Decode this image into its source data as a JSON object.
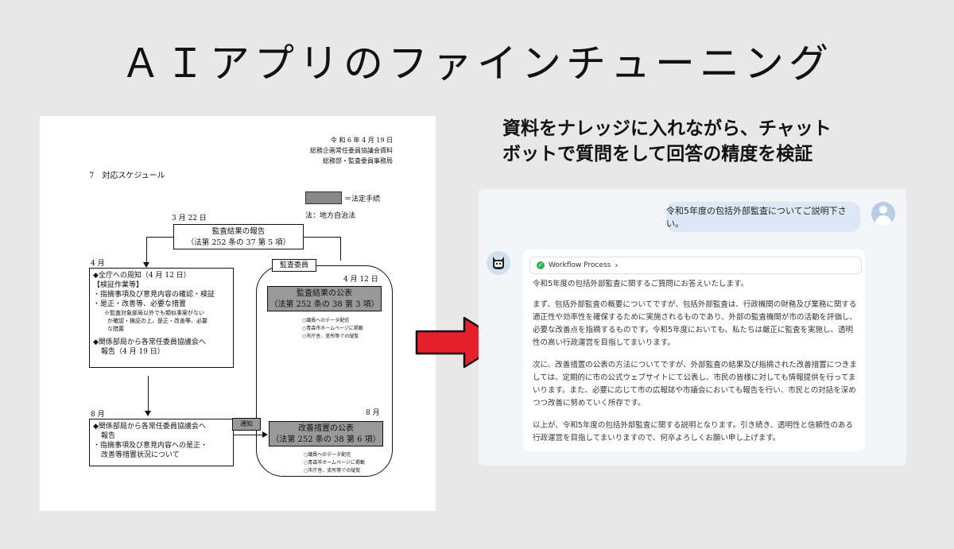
{
  "title": "ＡＩアプリのファインチューニング",
  "document": {
    "header_date": "令 和 6 年 4 月 19 日",
    "header_org1": "総務企画常任委員協議会資料",
    "header_org2": "総務部・監査委員事務局",
    "section": "7　対応スケジュール",
    "legend_statutory": "＝法定手続",
    "legend_law": "法：地方自治法",
    "date_mar22": "3 月 22 日",
    "report_box_line1": "監査結果の報告",
    "report_box_line2": "（法第 252 条の 37 第 5 項）",
    "apr_label": "4 月",
    "apr_box": {
      "line1": "◆全庁への周知（4 月 12 日）",
      "line2": "【検証作業等】",
      "line3": "・指摘事項及び意見内容の確認・検証",
      "line4": "・是正・改善等、必要な措置",
      "note1": "※監査対象部局以外でも類似事案がない",
      "note2": "か確認・検証の上、是正・改善等、必要",
      "note3": "な措置",
      "line5": "◆関係部局から各常任委員協議会へ",
      "line6": "報告（4 月 19 日）"
    },
    "audit_committee_label": "監査委員",
    "apr12_label": "4 月 12 日",
    "publish_box_line1": "監査結果の公表",
    "publish_box_line2": "（法第 252 条の 38 第 3 項）",
    "publish_bullets": [
      "○議員へのデータ配信",
      "○青森市ホームページに掲載",
      "○市庁舎、支所等での縦覧"
    ],
    "aug_label_left": "8 月",
    "aug_box": {
      "line1": "◆関係部局から各常任委員協議会へ",
      "line2": "報告",
      "line3": "・指摘事項及び意見内容への是正・",
      "line4": "改善等措置状況について"
    },
    "notify_label": "通知",
    "aug_label_right": "8 月",
    "measure_box_line1": "改善措置の公表",
    "measure_box_line2": "（法第 252 条の 38 第 6 項）",
    "measure_bullets": [
      "○議員へのデータ配信",
      "○青森市ホームページに掲載",
      "○市庁舎、支所等での縦覧"
    ]
  },
  "caption": {
    "line1": "資料をナレッジに入れながら、チャット",
    "line2": "ボットで質問をして回答の精度を検証"
  },
  "chat": {
    "user_message": "令和5年度の包括外部監査についてご説明下さい。",
    "workflow_label": "Workflow Process",
    "workflow_status_icon": "check-circle-icon",
    "bot_paragraphs": [
      "令和5年度の包括外部監査に関するご質問にお答えいたします。",
      "まず、包括外部監査の概要についてですが、包括外部監査は、行政機関の財務及び業務に関する適正性や効率性を確保するために実施されるものであり、外部の監査機関が市の活動を評価し、必要な改善点を指摘するものです。令和5年度においても、私たちは厳正に監査を実施し、透明性の高い行政運営を目指してまいります。",
      "次に、改善措置の公表の方法についてですが、外部監査の結果及び指摘された改善措置につきましては、定期的に市の公式ウェブサイトにて公表し、市民の皆様に対しても情報提供を行ってまいります。また、必要に応じて市の広報誌や市議会においても報告を行い、市民との対話を深めつつ改善に努めていく所存です。",
      "以上が、令和5年度の包括外部監査に関する説明となります。引き続き、透明性と信頼性のある行政運営を目指してまいりますので、何卒よろしくお願い申し上げます。"
    ]
  },
  "colors": {
    "background": "#e8e8e8",
    "arrow_red": "#e5202a",
    "user_bubble": "#dde8f7",
    "workflow_check": "#2fb45a"
  }
}
